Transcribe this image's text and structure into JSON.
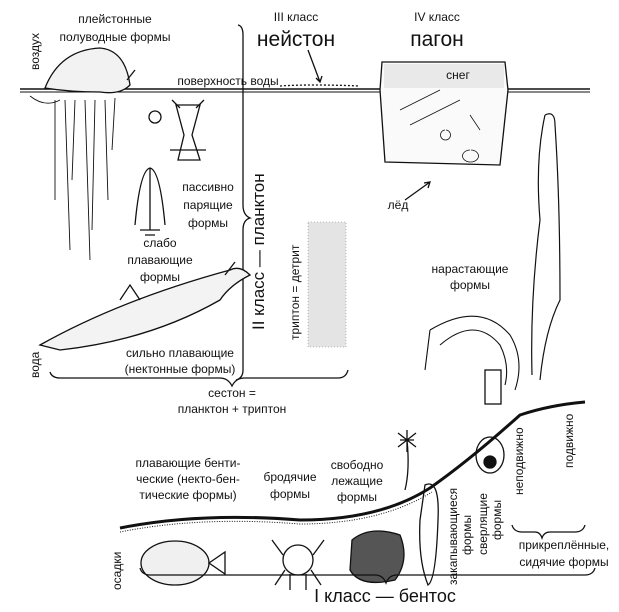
{
  "labels": {
    "air": "воздух",
    "water": "вода",
    "sediments": "осадки",
    "pleuston_1": "плейстонные",
    "pleuston_2": "полуводные формы",
    "class3": "III класс",
    "neuston": "нейстон",
    "class4": "IV класс",
    "pagon": "пагон",
    "water_surface": "поверхность воды",
    "snow": "снег",
    "ice": "лёд",
    "plankton": "II класс — планктон",
    "passive_1": "пассивно",
    "passive_2": "парящие",
    "passive_3": "формы",
    "weak_1": "слабо",
    "weak_2": "плавающие",
    "weak_3": "формы",
    "tripton": "триптон = детрит",
    "strong_1": "сильно плавающие",
    "strong_2": "(нектонные формы)",
    "seston_1": "сестон =",
    "seston_2": "планктон + триптон",
    "growing_1": "нарастающие",
    "growing_2": "формы",
    "nektobenthic_1": "плавающие бенти-",
    "nektobenthic_2": "ческие (некто-бен-",
    "nektobenthic_3": "тические формы)",
    "wandering_1": "бродячие",
    "wandering_2": "формы",
    "free_1": "свободно",
    "free_2": "лежащие",
    "free_3": "формы",
    "burrowing_1": "закапывающиеся",
    "burrowing_2": "формы",
    "boring_1": "сверлящие",
    "boring_2": "формы",
    "immobile": "неподвижно",
    "mobile": "подвижно",
    "attached_1": "прикреплённые,",
    "attached_2": "сидячие формы",
    "benthos": "I класс — бентос"
  }
}
